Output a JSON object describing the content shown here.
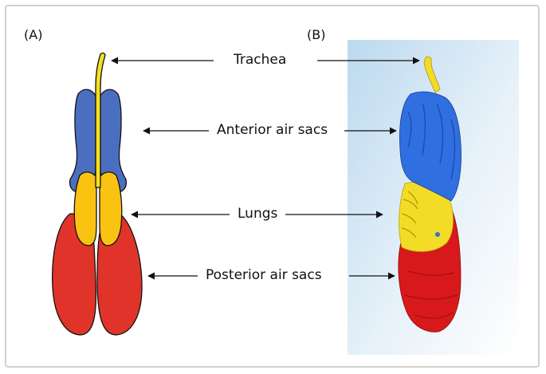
{
  "panels": {
    "a_label": "(A)",
    "b_label": "(B)"
  },
  "labels": {
    "trachea": "Trachea",
    "anterior": "Anterior air sacs",
    "lungs": "Lungs",
    "posterior": "Posterior air sacs"
  },
  "colors": {
    "trachea": "#f5e020",
    "anterior_air_sacs": "#4a6fc0",
    "lungs": "#fbc311",
    "posterior_air_sacs": "#e0342a",
    "scan_anterior": "#2f6fe0",
    "scan_lungs": "#f3dc25",
    "scan_posterior": "#d8191b",
    "background_gradient": "#cfe4f3"
  }
}
